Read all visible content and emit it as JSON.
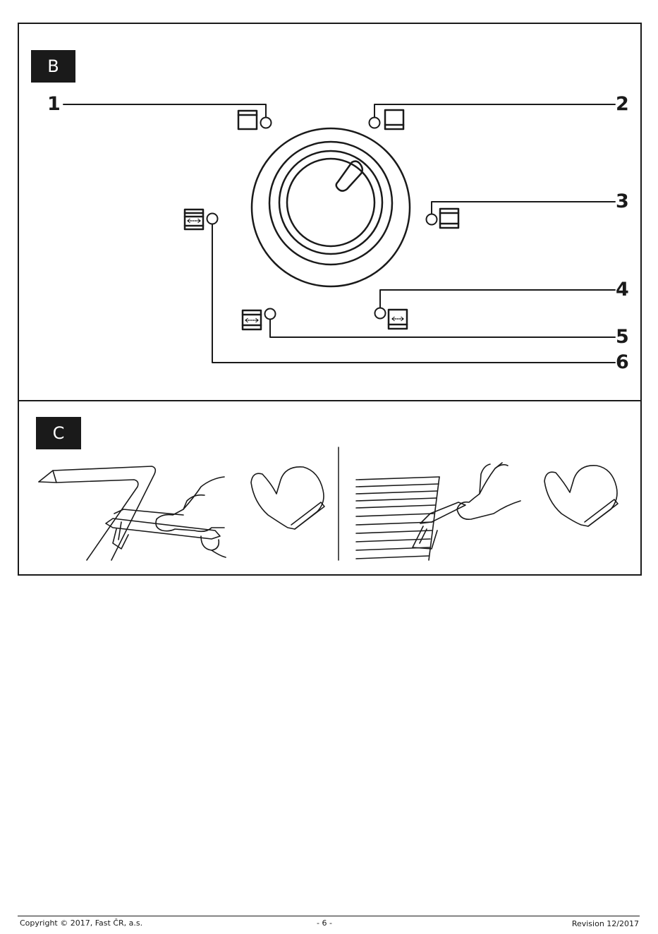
{
  "panel_b": {
    "tag": "B",
    "callouts": [
      "1",
      "2",
      "3",
      "4",
      "5",
      "6"
    ]
  },
  "panel_c": {
    "tag": "C"
  },
  "footer": {
    "copyright": "Copyright © 2017, Fast ČR, a.s.",
    "page": "- 6 -",
    "revision": "Revision 12/2017"
  }
}
